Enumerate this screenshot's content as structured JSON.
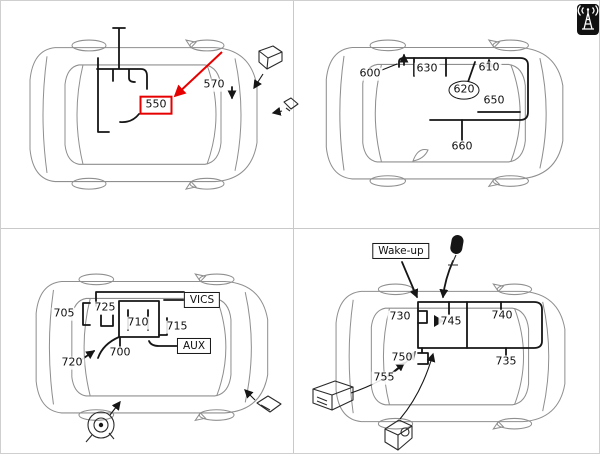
{
  "diagram": {
    "type": "vehicle-wiring-parts-diagram",
    "quadrant_count": 4,
    "highlighted_callout": "550"
  },
  "colors": {
    "highlight_red": "#e60000",
    "wiring": "#161616",
    "car_outline": "#8f8f8f",
    "divider": "#c9c9c9",
    "background": "#ffffff"
  },
  "icons": {
    "antenna_signal_icon": "radio-tower-in-black-square",
    "microphone_icon": "handheld-microphone",
    "speaker_icon": "round-speaker",
    "radio_unit_icon": "head-unit-box",
    "camera_icon": "camera-box",
    "connector_part_icon": "connector-block",
    "clip_part_icon": "mounting-clip",
    "bracket_part_icon": "mounting-bracket"
  },
  "q1": {
    "label_550": "550",
    "label_570": "570"
  },
  "q2": {
    "label_600": "600",
    "label_610": "610",
    "label_620": "620",
    "label_630": "630",
    "label_650": "650",
    "label_660": "660"
  },
  "q3": {
    "label_700": "700",
    "label_705": "705",
    "label_710": "710",
    "label_715": "715",
    "label_720": "720",
    "label_725": "725",
    "label_vics": "VICS",
    "label_aux": "AUX"
  },
  "q4": {
    "label_730": "730",
    "label_735": "735",
    "label_740": "740",
    "label_745": "745",
    "label_750": "750",
    "label_755": "755",
    "label_wakeup": "Wake-up"
  }
}
